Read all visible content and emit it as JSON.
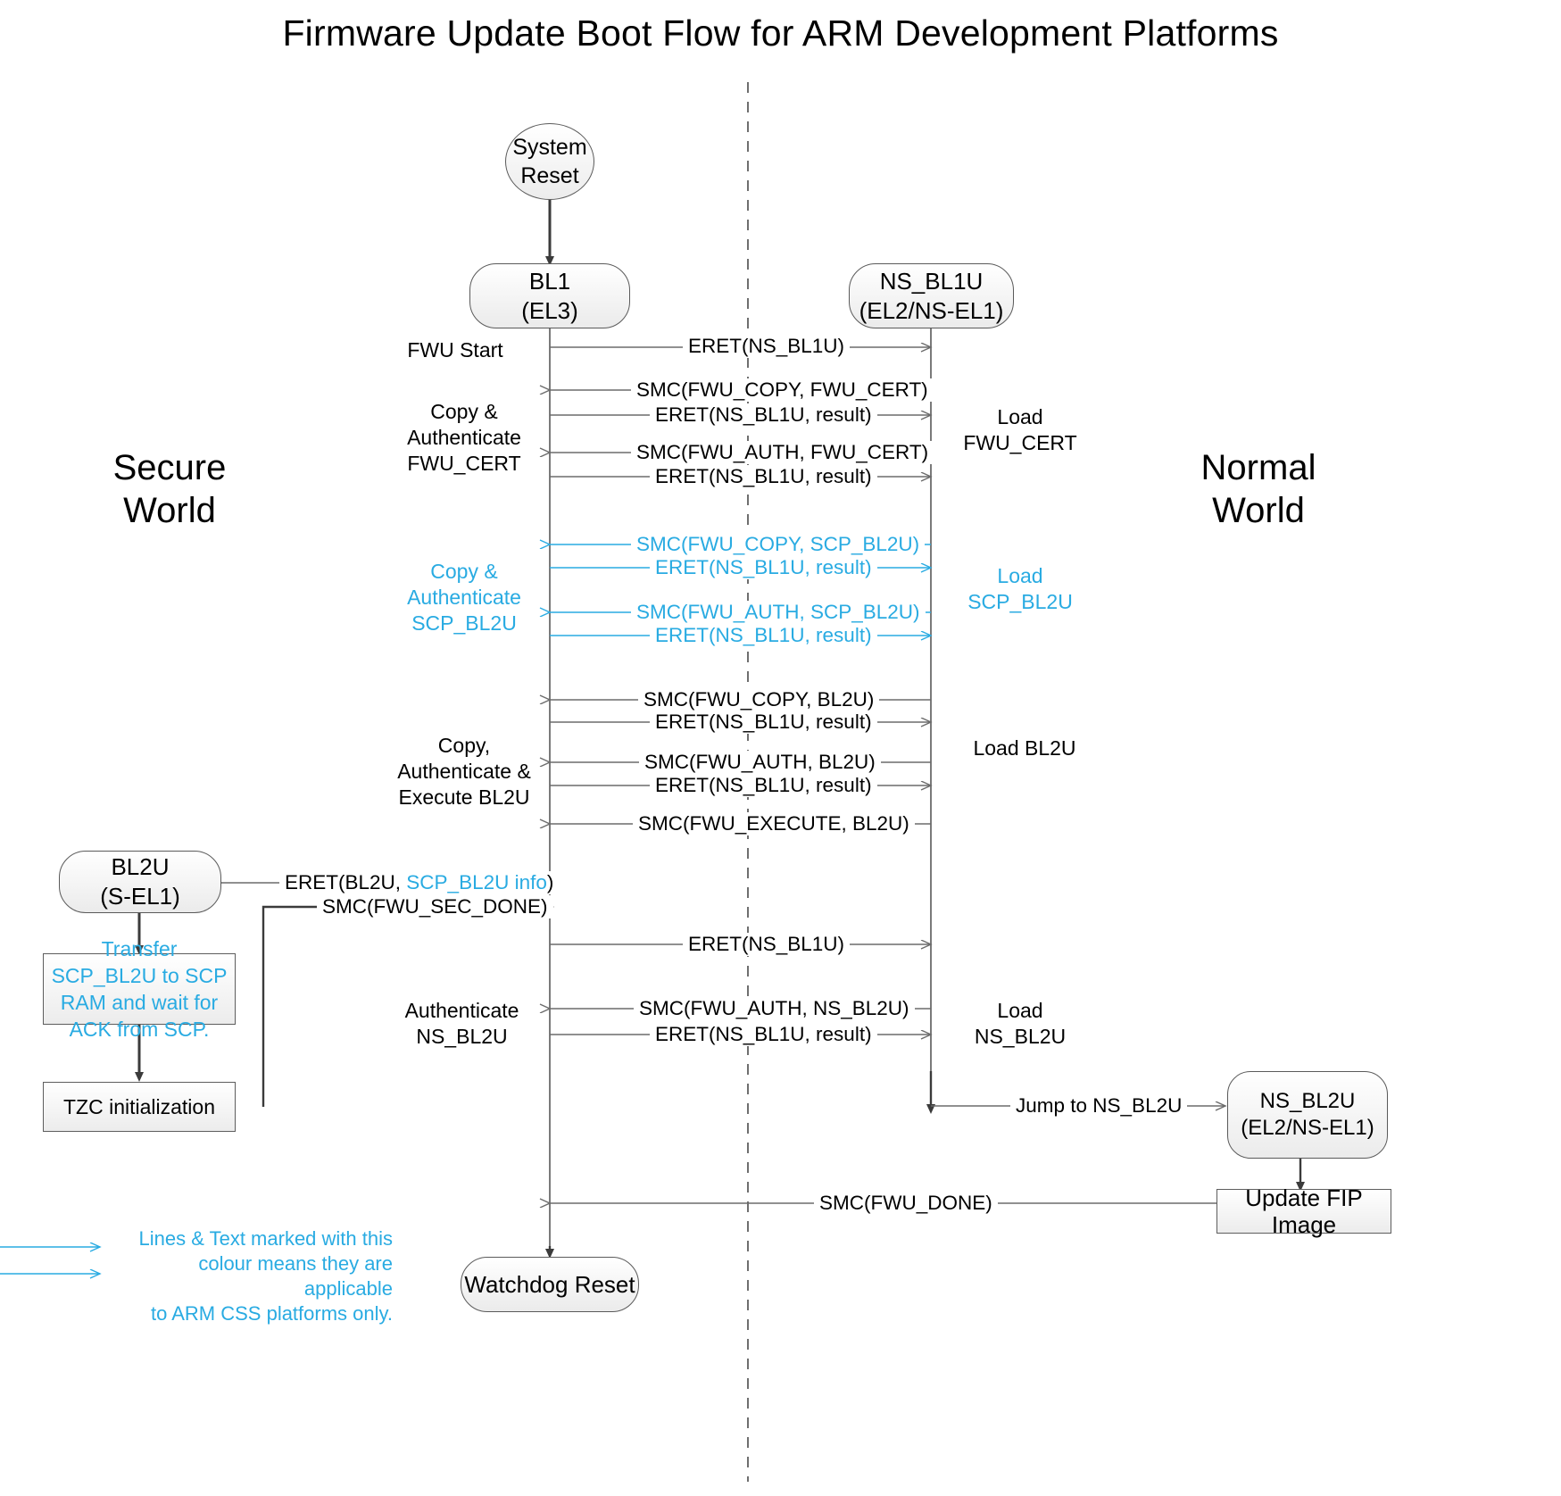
{
  "title": "Firmware Update Boot Flow for ARM Development Platforms",
  "colors": {
    "accent_blue": "#29ABE2",
    "line_gray": "#6b6b6b",
    "node_border": "#5a5a5a"
  },
  "worlds": {
    "secure": "Secure\nWorld",
    "normal": "Normal\nWorld"
  },
  "nodes": {
    "system_reset": "System\nReset",
    "system_reset_line1": "System",
    "system_reset_line2": "Reset",
    "bl1_line1": "BL1",
    "bl1_line2": "(EL3)",
    "ns_bl1u_line1": "NS_BL1U",
    "ns_bl1u_line2": "(EL2/NS-EL1)",
    "bl2u_line1": "BL2U",
    "bl2u_line2": "(S-EL1)",
    "ns_bl2u_line1": "NS_BL2U",
    "ns_bl2u_line2": "(EL2/NS-EL1)",
    "watchdog_reset": "Watchdog Reset",
    "transfer_scp": "Transfer SCP_BL2U to SCP RAM and wait for ACK from SCP.",
    "tzc_init": "TZC initialization",
    "update_fip": "Update FIP Image"
  },
  "messages": [
    {
      "id": "m1",
      "text": "ERET(NS_BL1U)",
      "blue": false
    },
    {
      "id": "m2",
      "text": "SMC(FWU_COPY, FWU_CERT)",
      "blue": false
    },
    {
      "id": "m3",
      "text": "ERET(NS_BL1U, result)",
      "blue": false
    },
    {
      "id": "m4",
      "text": "SMC(FWU_AUTH, FWU_CERT)",
      "blue": false
    },
    {
      "id": "m5",
      "text": "ERET(NS_BL1U, result)",
      "blue": false
    },
    {
      "id": "m6",
      "text": "SMC(FWU_COPY, SCP_BL2U)",
      "blue": true
    },
    {
      "id": "m7",
      "text": "ERET(NS_BL1U, result)",
      "blue": true
    },
    {
      "id": "m8",
      "text": "SMC(FWU_AUTH, SCP_BL2U)",
      "blue": true
    },
    {
      "id": "m9",
      "text": "ERET(NS_BL1U, result)",
      "blue": true
    },
    {
      "id": "m10",
      "text": "SMC(FWU_COPY, BL2U)",
      "blue": false
    },
    {
      "id": "m11",
      "text": "ERET(NS_BL1U, result)",
      "blue": false
    },
    {
      "id": "m12",
      "text": "SMC(FWU_AUTH, BL2U)",
      "blue": false
    },
    {
      "id": "m13",
      "text": "ERET(NS_BL1U, result)",
      "blue": false
    },
    {
      "id": "m14",
      "text": "SMC(FWU_EXECUTE, BL2U)",
      "blue": false
    },
    {
      "id": "m15",
      "text": "SMC(FWU_SEC_DONE)",
      "blue": false
    },
    {
      "id": "m16",
      "text": "ERET(NS_BL1U)",
      "blue": false
    },
    {
      "id": "m17",
      "text": "SMC(FWU_AUTH, NS_BL2U)",
      "blue": false
    },
    {
      "id": "m18",
      "text": "ERET(NS_BL1U, result)",
      "blue": false
    },
    {
      "id": "m19",
      "text": "Jump to NS_BL2U",
      "blue": false
    },
    {
      "id": "m20",
      "text": "SMC(FWU_DONE)",
      "blue": false
    }
  ],
  "eret_bl2u": {
    "prefix": "ERET(BL2U, ",
    "blue_part": "SCP_BL2U info",
    "suffix": ")"
  },
  "left_annotations": [
    {
      "id": "a1",
      "text": "FWU Start",
      "blue": false
    },
    {
      "id": "a2",
      "text": "Copy &\nAuthenticate\nFWU_CERT",
      "blue": false
    },
    {
      "id": "a3",
      "text": "Copy &\nAuthenticate\nSCP_BL2U",
      "blue": true
    },
    {
      "id": "a4",
      "text": "Copy,\nAuthenticate &\nExecute BL2U",
      "blue": false
    },
    {
      "id": "a5",
      "text": "Authenticate\nNS_BL2U",
      "blue": false
    }
  ],
  "right_annotations": [
    {
      "id": "r1",
      "text": "Load\nFWU_CERT",
      "blue": false
    },
    {
      "id": "r2",
      "text": "Load\nSCP_BL2U",
      "blue": true
    },
    {
      "id": "r3",
      "text": "Load BL2U",
      "blue": false
    },
    {
      "id": "r4",
      "text": "Load\nNS_BL2U",
      "blue": false
    }
  ],
  "legend": {
    "text": "Lines & Text marked with this\ncolour means they are applicable\nto ARM CSS platforms only."
  }
}
